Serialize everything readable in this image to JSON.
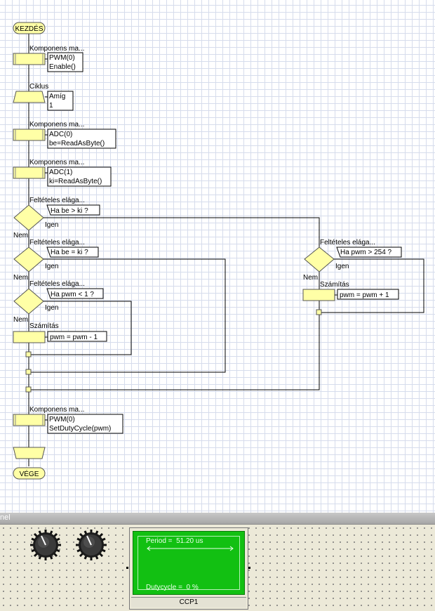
{
  "flowchart": {
    "start": "KEZDÉS",
    "end": "VÉGE",
    "component_macro_1": {
      "title": "Komponens ma...",
      "line1": "PWM(0)",
      "line2": "Enable()"
    },
    "loop": {
      "title": "Ciklus",
      "line1": "Amíg",
      "line2": "1"
    },
    "component_macro_2": {
      "title": "Komponens ma...",
      "line1": "ADC(0)",
      "line2": "be=ReadAsByte()"
    },
    "component_macro_3": {
      "title": "Komponens ma...",
      "line1": "ADC(1)",
      "line2": "ki=ReadAsByte()"
    },
    "decision_1": {
      "title": "Feltételes elága...",
      "condition": "Ha be > ki ?",
      "yes": "Igen",
      "no": "Nem"
    },
    "decision_2": {
      "title": "Feltételes elága...",
      "condition": "Ha be = ki ?",
      "yes": "Igen",
      "no": "Nem"
    },
    "decision_3": {
      "title": "Feltételes elága...",
      "condition": "Ha pwm < 1 ?",
      "yes": "Igen",
      "no": "Nem"
    },
    "calc_1": {
      "title": "Számítás",
      "expr": "pwm = pwm - 1"
    },
    "decision_4": {
      "title": "Feltételes elága...",
      "condition": "Ha pwm > 254 ?",
      "yes": "Igen",
      "no": "Nem"
    },
    "calc_2": {
      "title": "Számítás",
      "expr": "pwm = pwm + 1"
    },
    "component_macro_4": {
      "title": "Komponens ma...",
      "line1": "PWM(0)",
      "line2": "SetDutyCycle(pwm)"
    }
  },
  "panel": {
    "title": "nel",
    "knobs": [
      "knob-icon",
      "knob-icon"
    ],
    "scope": {
      "period_text": "Period =  51.20 us",
      "duty_text": "Dutycycle =  0 %",
      "label": "CCP1",
      "screen_color": "#12c012"
    }
  }
}
